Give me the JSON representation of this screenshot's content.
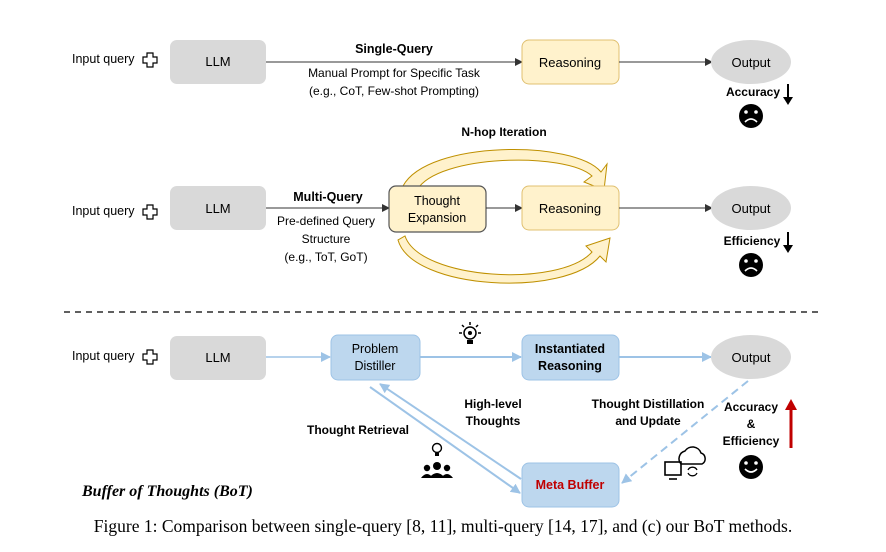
{
  "rows": [
    {
      "input_label": "Input query",
      "llm_label": "LLM",
      "arrow_title": "Single-Query",
      "arrow_desc_1": "Manual Prompt for Specific Task",
      "arrow_desc_2": "(e.g., CoT, Few-shot  Prompting)",
      "reasoning_label": "Reasoning",
      "output_label": "Output",
      "metric_label": "Accuracy",
      "metric_trend": "down",
      "face": "sad"
    },
    {
      "input_label": "Input query",
      "llm_label": "LLM",
      "arrow_title": "Multi-Query",
      "arrow_desc_1": "Pre-defined Query",
      "arrow_desc_2": "Structure",
      "arrow_desc_3": "(e.g., ToT, GoT)",
      "expansion_label_1": "Thought",
      "expansion_label_2": "Expansion",
      "loop_label": "N-hop Iteration",
      "reasoning_label": "Reasoning",
      "output_label": "Output",
      "metric_label": "Efficiency",
      "metric_trend": "down",
      "face": "sad"
    },
    {
      "input_label": "Input query",
      "llm_label": "LLM",
      "distiller_label_1": "Problem",
      "distiller_label_2": "Distiller",
      "instantiated_label_1": "Instantiated",
      "instantiated_label_2": "Reasoning",
      "output_label": "Output",
      "high_level_1": "High-level",
      "high_level_2": "Thoughts",
      "retrieval_label": "Thought Retrieval",
      "distill_update_1": "Thought Distillation",
      "distill_update_2": "and Update",
      "meta_buffer_label": "Meta Buffer",
      "metric_label_1": "Accuracy",
      "metric_label_2": "&",
      "metric_label_3": "Efficiency",
      "metric_trend": "up",
      "face": "happy"
    }
  ],
  "bot_title": "Buffer of Thoughts (BoT)",
  "caption": "Figure 1: Comparison between single-query [8, 11], multi-query [14, 17], and (c) our BoT methods.",
  "colors": {
    "llm_fill": "#d9d9d9",
    "reasoning_fill": "#fff2cc",
    "reasoning_stroke": "#e0c070",
    "blue_fill": "#bdd7ee",
    "blue_stroke": "#9dc3e6",
    "meta_text": "#c00000",
    "up_arrow": "#c00000",
    "curve_fill": "#fff2cc",
    "curve_stroke": "#bf9000"
  },
  "icons": [
    "input-plus-icon",
    "lightbulb-gear-icon",
    "team-idea-icon",
    "cloud-sync-icon",
    "sad-face-icon",
    "happy-face-icon"
  ]
}
